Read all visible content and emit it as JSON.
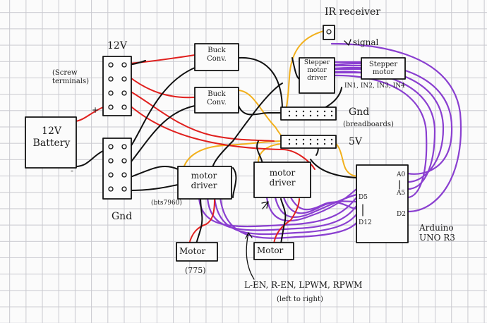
{
  "labels": {
    "ir_receiver": "IR receiver",
    "signal": "signal",
    "v12": "12V",
    "screw_terminals": "(Screw\nterminals)",
    "plus": "+",
    "minus": "-",
    "battery": "12V\nBattery",
    "gnd_rail": "Gnd",
    "buck1": "Buck\nConv.",
    "buck2": "Buck\nConv.",
    "stepper_driver": "Stepper\nmotor\ndriver",
    "stepper_motor": "Stepper\nmotor",
    "stepper_pins": "IN1, IN2, IN3, IN4",
    "gnd_breadboard": "Gnd",
    "breadboards": "(breadboards)",
    "v5": "5V",
    "motor_driver_1": "motor\ndriver",
    "motor_driver_2": "motor\ndriver",
    "bts7960": "(bts7960)",
    "motor_1": "Motor",
    "motor_2": "Motor",
    "motor_model": "(775)",
    "pwm_pins": "L-EN, R-EN, LPWM, RPWM",
    "pwm_note": "(left to right)",
    "pin_a0": "A0",
    "pin_a5": "A5",
    "pin_d5": "D5",
    "pin_d12": "D12",
    "pin_d2": "D2",
    "arduino": "Arduino\nUNO R3"
  },
  "colors": {
    "wire_positive": "#e0201e",
    "wire_ground": "#111111",
    "wire_5v": "#f2b01c",
    "wire_signal": "#8a3fd0",
    "grid": "#c9c9cf"
  }
}
